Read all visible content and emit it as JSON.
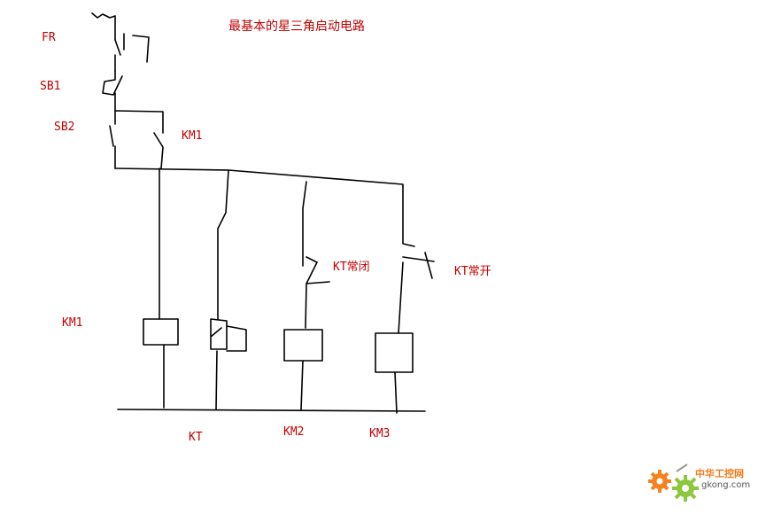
{
  "title": "最基本的星三角启动电路",
  "labels": {
    "fr": "FR",
    "sb1": "SB1",
    "sb2": "SB2",
    "km1_contact": "KM1",
    "km1_coil": "KM1",
    "kt_nc": "KT常闭",
    "kt_no": "KT常开",
    "kt_coil": "KT",
    "km2_coil": "KM2",
    "km3_coil": "KM3"
  },
  "watermark": {
    "name": "中华工控网",
    "url": "gkong.com",
    "gear_color_1": "#f58220",
    "gear_color_2": "#8dc63f"
  },
  "colors": {
    "label": "#c00000",
    "line": "#000000"
  }
}
